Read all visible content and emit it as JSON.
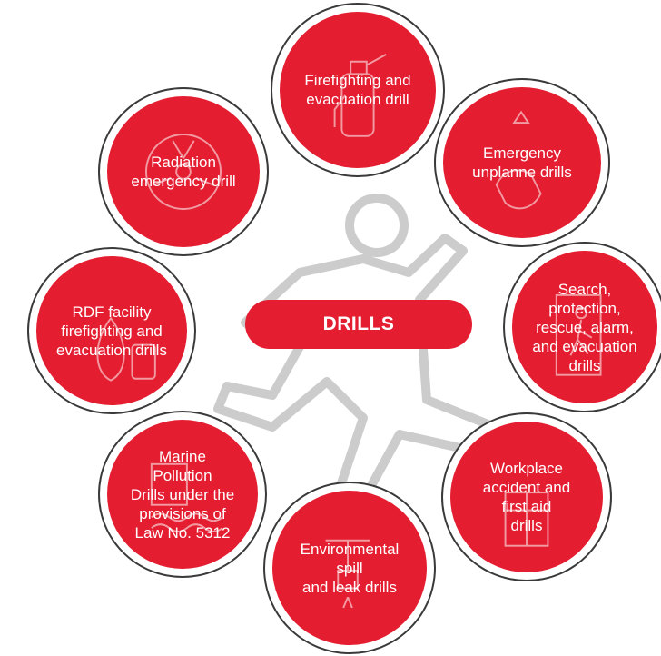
{
  "center": {
    "label": "DRILLS"
  },
  "colors": {
    "accent": "#e41d30",
    "ring": "#3a3a3a",
    "figure": "#cccccc"
  },
  "nodes": [
    {
      "id": "firefighting",
      "label": "Firefighting and\nevacuation drill",
      "icon": "fire-extinguisher-icon"
    },
    {
      "id": "emergency",
      "label": "Emergency\nunplanne drills",
      "icon": "hand-alert-icon"
    },
    {
      "id": "search",
      "label": "Search,\nprotection,\nrescue, alarm,\nand evacuation\ndrills",
      "icon": "exit-door-icon"
    },
    {
      "id": "workplace",
      "label": "Workplace\naccident and\nfirst aid\ndrills",
      "icon": "stretcher-icon"
    },
    {
      "id": "environmental",
      "label": "Environmental\nspill\nand leak drills",
      "icon": "pipe-leak-icon"
    },
    {
      "id": "marine",
      "label": "Marine\nPollution\nDrills under the\nprovisions of\nLaw No. 5312",
      "icon": "water-waves-icon"
    },
    {
      "id": "rdf",
      "label": "RDF facility\nfirefighting and\nevacuation drills",
      "icon": "flame-icon"
    },
    {
      "id": "radiation",
      "label": "Radiation\nemergency drill",
      "icon": "radiation-icon"
    }
  ]
}
